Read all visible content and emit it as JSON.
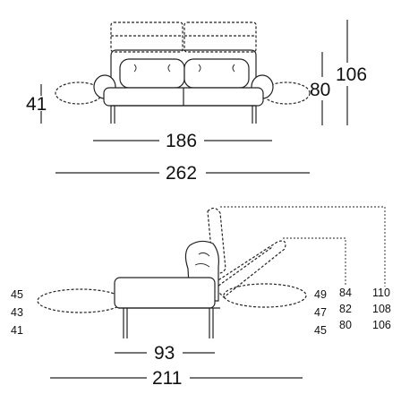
{
  "front_view": {
    "seat_height": "41",
    "backrest_height": "80",
    "extended_backrest_height": "106",
    "sofa_width": "186",
    "extended_width": "262"
  },
  "side_view": {
    "left_heights": [
      "45",
      "43",
      "41"
    ],
    "armrest_heights": [
      "49",
      "47",
      "45"
    ],
    "backrest_mid_heights": [
      "84",
      "82",
      "80"
    ],
    "backrest_top_heights": [
      "110",
      "108",
      "106"
    ],
    "seat_depth": "93",
    "total_depth": "211"
  },
  "colors": {
    "line": "#222222",
    "cushion_fill": "#ffffff"
  }
}
